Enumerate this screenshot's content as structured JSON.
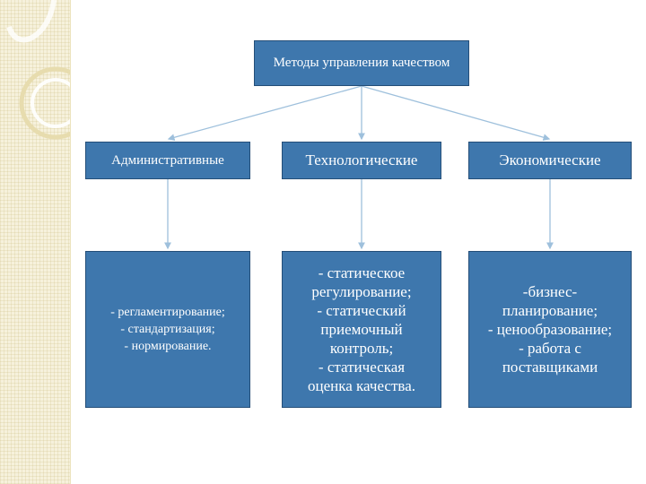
{
  "root": {
    "label": "Методы управления качеством"
  },
  "categories": [
    {
      "label": "Административные"
    },
    {
      "label": "Технологические"
    },
    {
      "label": "Экономические"
    }
  ],
  "details": [
    {
      "text": "- регламентирование;\n- стандартизация;\n- нормирование."
    },
    {
      "text": "- статическое\nрегулирование;\n- статический\nприемочный\nконтроль;\n- статическая\nоценка качества."
    },
    {
      "text": "-бизнес-\nпланирование;\n- ценообразование;\n- работа с\nпоставщиками"
    }
  ],
  "colors": {
    "box_fill": "#3e77ad",
    "box_border": "#244e78",
    "text": "#ffffff",
    "sidebar": "#f6f1dc"
  }
}
